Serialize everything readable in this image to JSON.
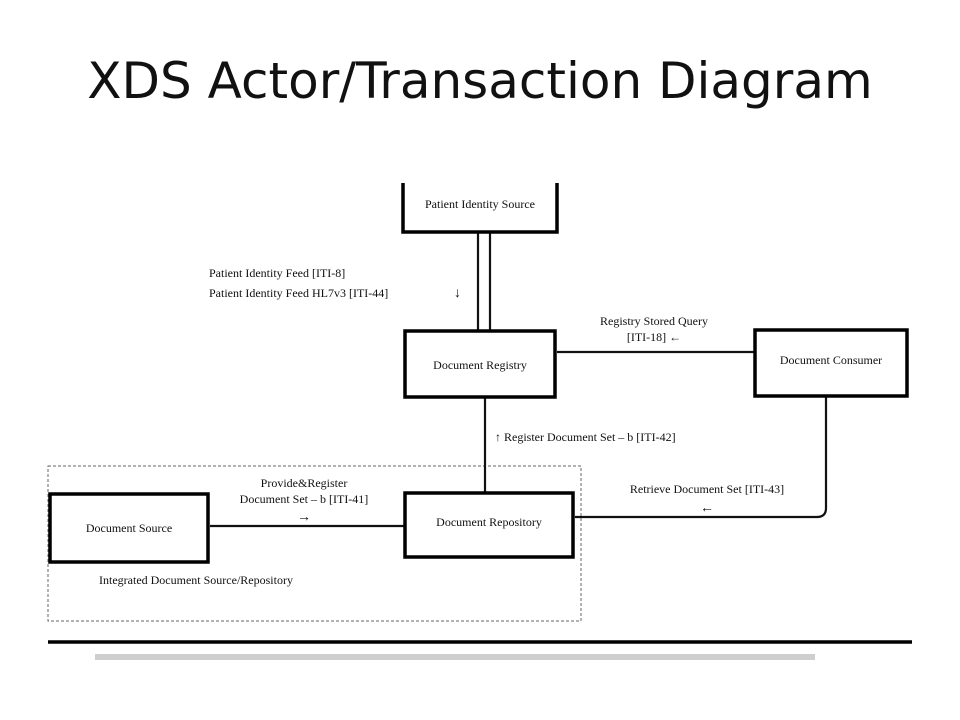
{
  "slide": {
    "title": "XDS Actor/Transaction Diagram"
  },
  "diagram": {
    "actors": {
      "patient_identity_source": "Patient Identity Source",
      "document_registry": "Document Registry",
      "document_consumer": "Document Consumer",
      "document_source": "Document Source",
      "document_repository": "Document Repository"
    },
    "transactions": {
      "patient_identity_feed_1": "Patient Identity Feed [ITI-8]",
      "patient_identity_feed_2": "Patient Identity Feed HL7v3 [ITI-44]",
      "patient_identity_feed_arrow": "↓",
      "registry_stored_query_1": "Registry Stored Query",
      "registry_stored_query_2": "[ITI-18] ←",
      "register_document_set": "↑ Register Document Set – b [ITI-42]",
      "provide_register_1": "Provide&Register",
      "provide_register_2": "Document Set – b [ITI-41]",
      "provide_register_arrow": "→",
      "retrieve_document_set": "Retrieve Document Set [ITI-43]",
      "retrieve_document_set_arrow": "←"
    },
    "grouping_label": "Integrated Document Source/Repository"
  }
}
